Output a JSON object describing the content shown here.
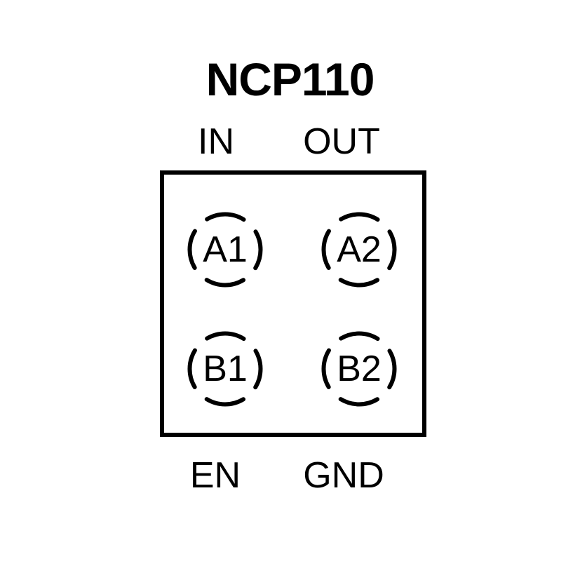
{
  "diagram": {
    "title": "NCP110",
    "package": {
      "top_pins": [
        {
          "label": "IN"
        },
        {
          "label": "OUT"
        }
      ],
      "bottom_pins": [
        {
          "label": "EN"
        },
        {
          "label": "GND"
        }
      ],
      "pads": [
        {
          "label": "A1"
        },
        {
          "label": "A2"
        },
        {
          "label": "B1"
        },
        {
          "label": "B2"
        }
      ]
    },
    "colors": {
      "line": "#000000",
      "text": "#000000",
      "background": "#ffffff"
    }
  }
}
